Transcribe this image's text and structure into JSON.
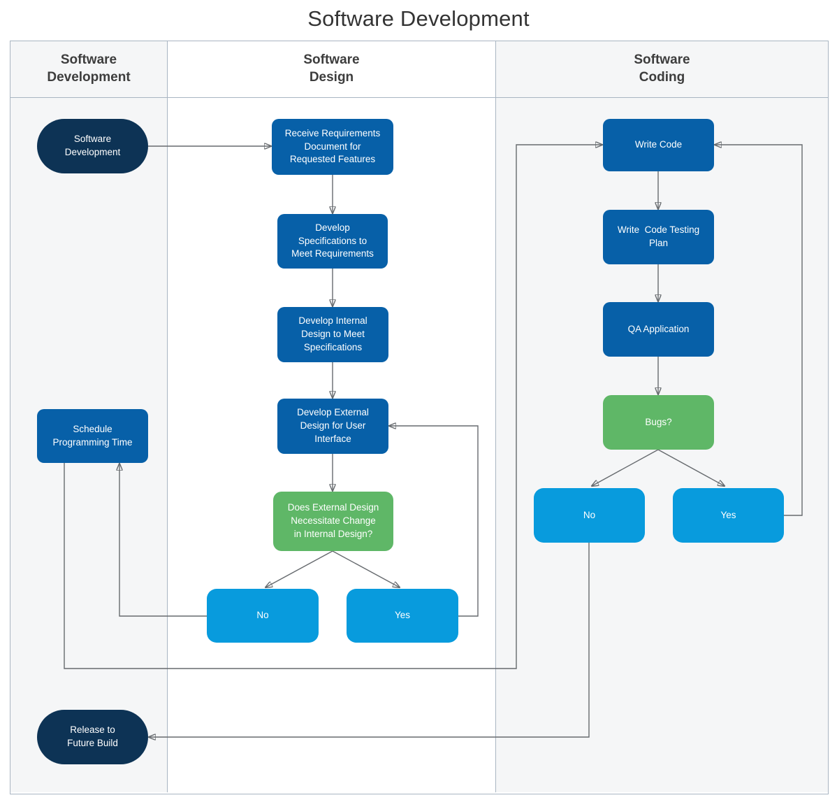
{
  "title": "Software Development",
  "lanes": [
    {
      "label": "Software\nDevelopment"
    },
    {
      "label": "Software\nDesign"
    },
    {
      "label": "Software\nCoding"
    }
  ],
  "nodes": {
    "start": {
      "label": "Software\nDevelopment",
      "type": "terminator"
    },
    "schedule": {
      "label": "Schedule\nProgramming Time",
      "type": "process"
    },
    "release": {
      "label": "Release to\nFuture Build",
      "type": "terminator"
    },
    "receive": {
      "label": "Receive Requirements\nDocument for\nRequested Features",
      "type": "process"
    },
    "specs": {
      "label": "Develop\nSpecifications to\nMeet Requirements",
      "type": "process"
    },
    "internal": {
      "label": "Develop Internal\nDesign to Meet\nSpecifications",
      "type": "process"
    },
    "external": {
      "label": "Develop External\nDesign for User\nInterface",
      "type": "process"
    },
    "design_question": {
      "label": "Does External Design\nNecessitate Change\nin Internal Design?",
      "type": "decision"
    },
    "design_no": {
      "label": "No",
      "type": "branch"
    },
    "design_yes": {
      "label": "Yes",
      "type": "branch"
    },
    "write_code": {
      "label": "Write Code",
      "type": "process"
    },
    "test_plan": {
      "label": "Write  Code Testing\nPlan",
      "type": "process"
    },
    "qa": {
      "label": "QA Application",
      "type": "process"
    },
    "bugs_question": {
      "label": "Bugs?",
      "type": "decision"
    },
    "bugs_no": {
      "label": "No",
      "type": "branch"
    },
    "bugs_yes": {
      "label": "Yes",
      "type": "branch"
    }
  },
  "edges": [
    {
      "from": "start",
      "to": "receive"
    },
    {
      "from": "receive",
      "to": "specs"
    },
    {
      "from": "specs",
      "to": "internal"
    },
    {
      "from": "internal",
      "to": "external"
    },
    {
      "from": "external",
      "to": "design_question"
    },
    {
      "from": "design_question",
      "to": "design_no"
    },
    {
      "from": "design_question",
      "to": "design_yes"
    },
    {
      "from": "design_no",
      "to": "schedule"
    },
    {
      "from": "design_yes",
      "to": "external"
    },
    {
      "from": "schedule",
      "to": "write_code"
    },
    {
      "from": "write_code",
      "to": "test_plan"
    },
    {
      "from": "test_plan",
      "to": "qa"
    },
    {
      "from": "qa",
      "to": "bugs_question"
    },
    {
      "from": "bugs_question",
      "to": "bugs_no"
    },
    {
      "from": "bugs_question",
      "to": "bugs_yes"
    },
    {
      "from": "bugs_yes",
      "to": "write_code"
    },
    {
      "from": "bugs_no",
      "to": "release"
    }
  ],
  "colors": {
    "terminator_fill": "#0d3355",
    "process_fill": "#0760a8",
    "branch_fill": "#089bdd",
    "decision_fill": "#5fb767",
    "lane_fill": "#f5f6f7",
    "lane_border": "#a9b5c2",
    "arrow": "#666a6e",
    "title_text": "#333333",
    "node_text": "#ffffff"
  }
}
